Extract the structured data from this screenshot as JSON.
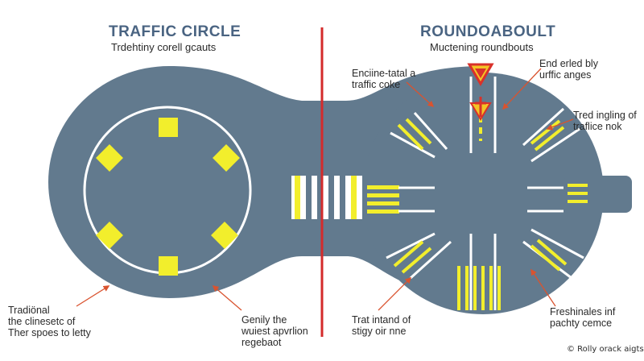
{
  "colors": {
    "road": "#627A8E",
    "inner": "#ffffff",
    "marking": "#F2EE2C",
    "lane_white": "#ffffff",
    "divider": "#D42B2B",
    "title": "#4A6482",
    "text": "#2A2A2A",
    "arrow": "#D9532F",
    "sign_yellow": "#F4C325",
    "sign_red": "#D9312A"
  },
  "left": {
    "title": "TRAFFIC CIRCLE",
    "subtitle": "Trdehtiny corell gcauts",
    "callout_left": "Tradiönal\nthe clinesetc of\nTher spoes to letty",
    "callout_right": "Genily the\nwuiest apvrlion\nregebaot"
  },
  "right": {
    "title": "ROUNDOABOULT",
    "subtitle": "Muctening roundbouts",
    "callout_top_left": "Enciine-tatal a\ntraffic coke",
    "callout_top_right": "End erled bly\nurffic anges",
    "callout_mid_right": "Tred ingling of\ntraflice nok",
    "callout_bottom_left": "Trat intand of\nstigy oir nne",
    "callout_bottom_right": "Freshinales inf\npachty cemce"
  },
  "footer": "© Rolly orack aigts"
}
